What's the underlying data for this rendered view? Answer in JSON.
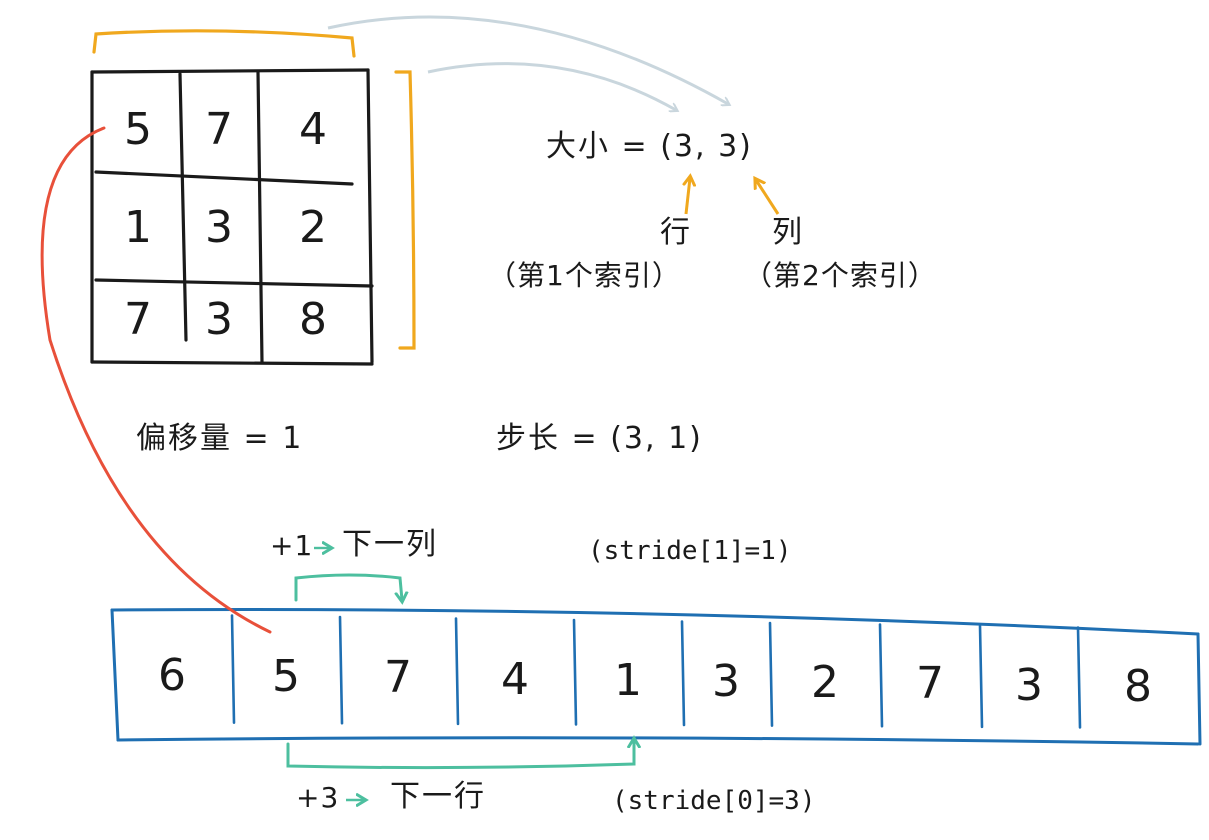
{
  "matrix": {
    "rows": [
      [
        "5",
        "7",
        "4"
      ],
      [
        "1",
        "3",
        "2"
      ],
      [
        "7",
        "3",
        "8"
      ]
    ]
  },
  "shape": {
    "label": "大小 = (3, 3)",
    "row_label": "行",
    "row_sub": "（第1个索引）",
    "col_label": "列",
    "col_sub": "（第2个索引）"
  },
  "offset_label": "偏移量 = 1",
  "stride_label": "步长 = (3, 1)",
  "storage": {
    "cells": [
      "6",
      "5",
      "7",
      "4",
      "1",
      "3",
      "2",
      "7",
      "3",
      "8"
    ]
  },
  "next_col": {
    "prefix": "+1",
    "text": "下一列",
    "note": "(stride[1]=1)"
  },
  "next_row": {
    "prefix": "+3",
    "text": "下一行",
    "note": "(stride[0]=3)"
  },
  "colors": {
    "ink": "#1a1a1a",
    "orange": "#f0a81e",
    "red": "#e8503a",
    "teal": "#4dbf9f",
    "blue": "#1f6fb2",
    "grey": "#c9d6dd"
  }
}
